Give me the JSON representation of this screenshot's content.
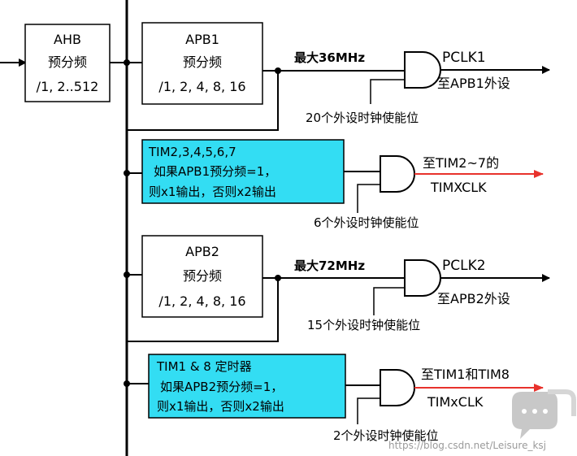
{
  "ahb": {
    "name": "AHB",
    "role": "预分频",
    "ratios": "/1, 2..512"
  },
  "apb1": {
    "name": "APB1",
    "role": "预分频",
    "ratios": "/1, 2, 4, 8, 16",
    "max_freq": "最大36MHz",
    "clk_out": "PCLK1",
    "clk_dest": "至APB1外设",
    "enable_bits": "20个外设时钟使能位"
  },
  "tim2_7": {
    "box_line1": "TIM2,3,4,5,6,7",
    "box_line2": "如果APB1预分频=1，",
    "box_line3": "则x1输出，否则x2输出",
    "dest": "至TIM2~7的",
    "clk": "TIMXCLK",
    "enable_bits": "6个外设时钟使能位"
  },
  "apb2": {
    "name": "APB2",
    "role": "预分频",
    "ratios": "/1, 2, 4, 8, 16",
    "max_freq": "最大72MHz",
    "clk_out": "PCLK2",
    "clk_dest": "至APB2外设",
    "enable_bits": "15个外设时钟使能位"
  },
  "tim1_8": {
    "box_line1": "TIM1 & 8 定时器",
    "box_line2": "如果APB2预分频=1，",
    "box_line3": "则x1输出，否则x2输出",
    "dest": "至TIM1和TIM8",
    "clk": "TIMxCLK",
    "enable_bits": "2个外设时钟使能位"
  },
  "watermark": "https://blog.csdn.net/Leisure_ksj",
  "colors": {
    "line": "#000000",
    "box_cyan": "#33ddf3",
    "red_arrow": "#e8322c",
    "chat_icon": "#c8c8c8"
  },
  "icons": [
    "chat-bubble-icon"
  ]
}
